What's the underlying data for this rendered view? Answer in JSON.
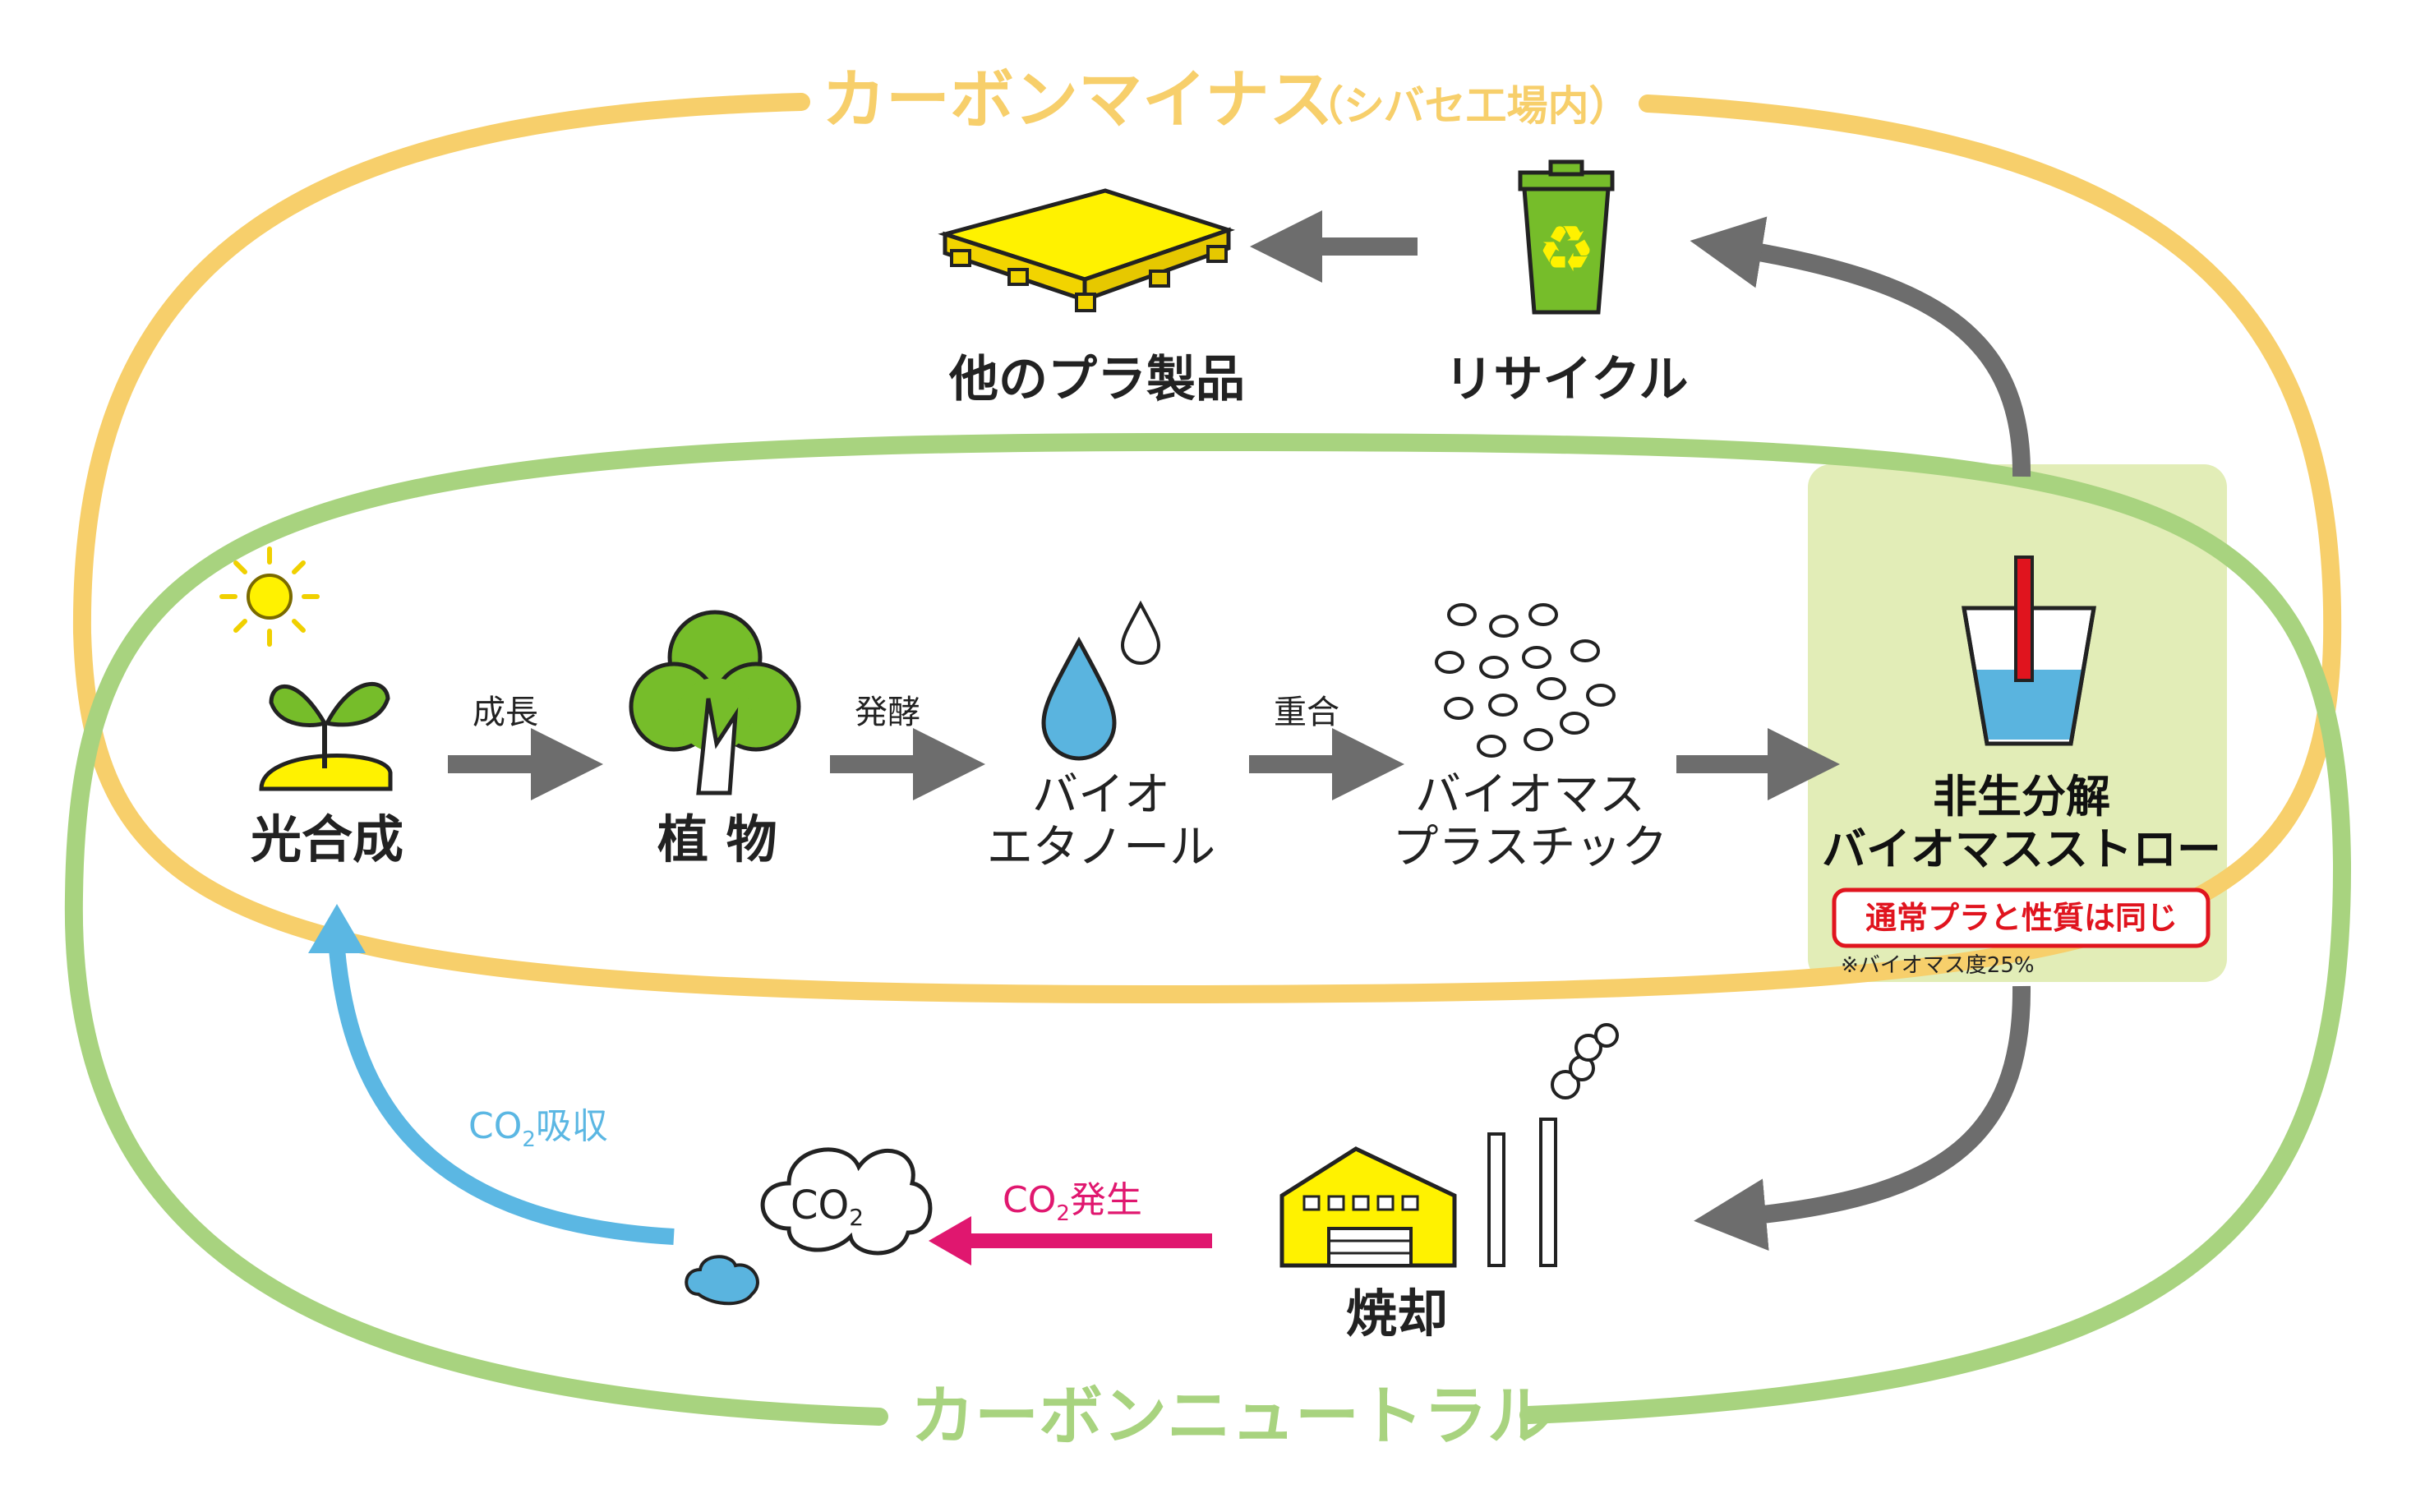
{
  "loops": {
    "minus_title": "カーボンマイナス",
    "minus_note": "（シバセ工場内）",
    "neutral_title": "カーボンニュートラル"
  },
  "nodes": {
    "photosynthesis": "光合成",
    "plant": "植 物",
    "ethanol_l1": "バイオ",
    "ethanol_l2": "エタノール",
    "bioplastic_l1": "バイオマス",
    "bioplastic_l2": "プラスチック",
    "straw_l1": "非生分解",
    "straw_l2": "バイオマスストロー",
    "recycle": "リサイクル",
    "other_products": "他のプラ製品",
    "incineration": "焼却",
    "co2_cloud": "CO",
    "co2_cloud_sub": "2"
  },
  "steps": {
    "growth": "成長",
    "fermentation": "発酵",
    "polymerization": "重合"
  },
  "labels": {
    "co2_emission_a": "CO",
    "co2_emission_sub": "2",
    "co2_emission_b": "発生",
    "co2_absorb_a": "CO",
    "co2_absorb_sub": "2",
    "co2_absorb_b": "吸収"
  },
  "badge": {
    "same_properties": "通常プラと性質は同じ",
    "biomass_ratio": "※バイオマス度25%"
  },
  "colors": {
    "minus_loop": "#f7cf6b",
    "neutral_loop": "#a8d37f",
    "arrow_gray": "#6d6d6d",
    "co2_absorb": "#5bb7e3",
    "co2_emit": "#e0176f",
    "highlight_box": "#e2edb7",
    "badge_red": "#e0141e",
    "yellow": "#fff200",
    "green": "#76bd2a",
    "water": "#5ab4df"
  }
}
